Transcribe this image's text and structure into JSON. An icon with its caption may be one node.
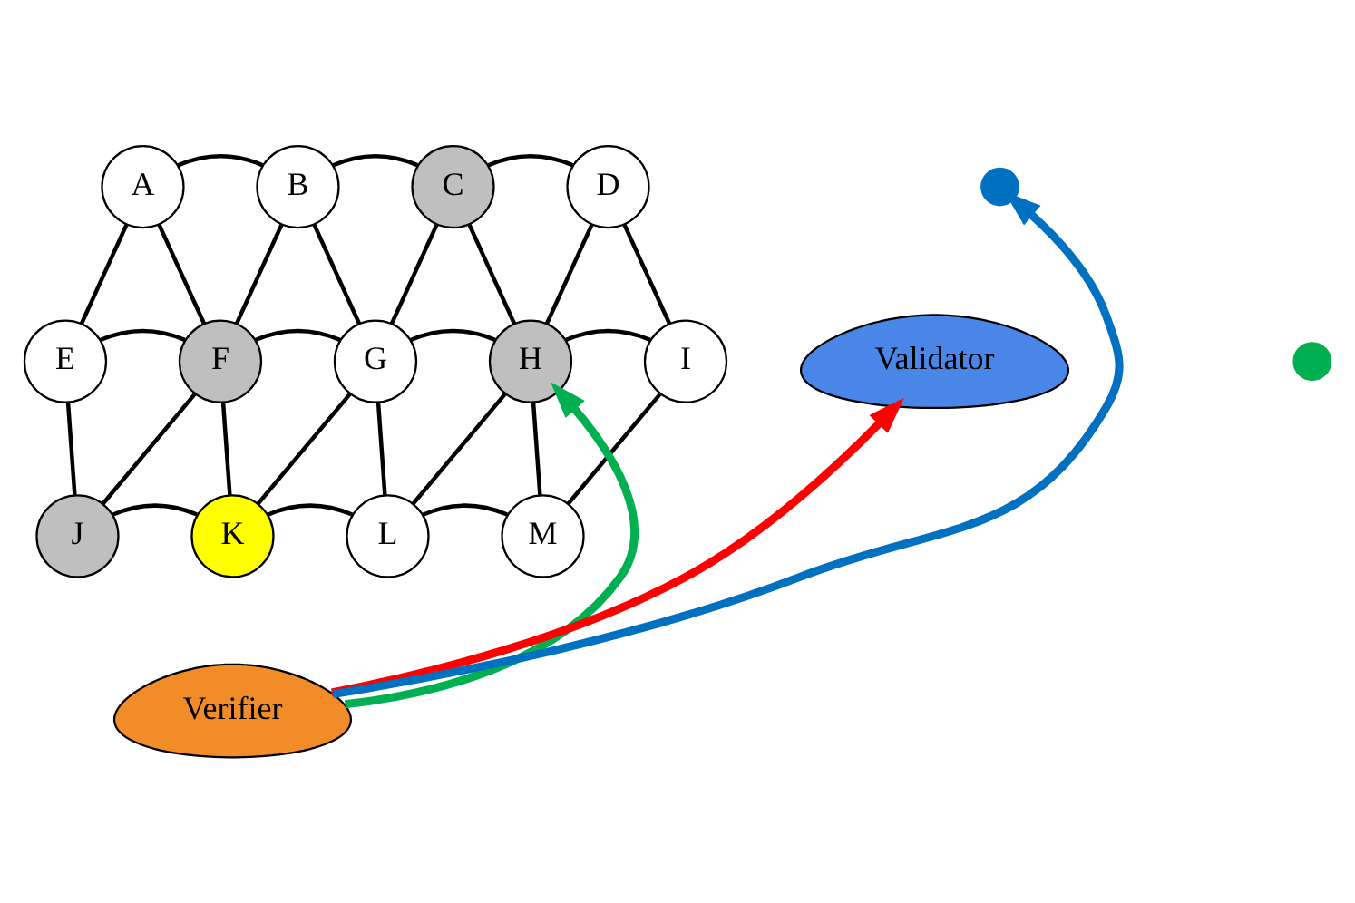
{
  "diagram": {
    "nodes": [
      {
        "text": [
          "A"
        ]
      },
      {
        "text": [
          "B"
        ]
      },
      {
        "text": [
          "C"
        ]
      },
      {
        "text": [
          "D"
        ]
      },
      {
        "text": [
          "E"
        ]
      },
      {
        "text": [
          "F"
        ]
      },
      {
        "text": [
          "G"
        ]
      },
      {
        "text": [
          "H"
        ]
      },
      {
        "text": [
          "I"
        ]
      },
      {
        "text": [
          "J"
        ]
      },
      {
        "text": [
          "K"
        ]
      },
      {
        "text": [
          "L"
        ]
      },
      {
        "text": [
          "M"
        ]
      },
      {
        "text": [
          "Validator"
        ]
      },
      {
        "text": [
          "Verifier"
        ]
      },
      {
        "text": [],
        "shape": "cross"
      },
      {
        "text": [],
        "shape": "cross"
      }
    ],
    "edges": [
      {
        "from": 0,
        "to": 1,
        "arrow": "none"
      },
      {
        "from": 1,
        "to": 2,
        "arrow": "none"
      },
      {
        "from": 2,
        "to": 3,
        "arrow": "none"
      },
      {
        "from": 4,
        "to": 5,
        "arrow": "none"
      },
      {
        "from": 5,
        "to": 6,
        "arrow": "none"
      },
      {
        "from": 6,
        "to": 7,
        "arrow": "none"
      },
      {
        "from": 7,
        "to": 8,
        "arrow": "none"
      },
      {
        "from": 9,
        "to": 10,
        "arrow": "none"
      },
      {
        "from": 10,
        "to": 11,
        "arrow": "none"
      },
      {
        "from": 11,
        "to": 12,
        "arrow": "none"
      },
      {
        "from": 0,
        "to": 4,
        "arrow": "none"
      },
      {
        "from": 0,
        "to": 5,
        "arrow": "none"
      },
      {
        "from": 1,
        "to": 5,
        "arrow": "none"
      },
      {
        "from": 1,
        "to": 6,
        "arrow": "none"
      },
      {
        "from": 2,
        "to": 6,
        "arrow": "none"
      },
      {
        "from": 2,
        "to": 7,
        "arrow": "none"
      },
      {
        "from": 3,
        "to": 7,
        "arrow": "none"
      },
      {
        "from": 3,
        "to": 8,
        "arrow": "none"
      },
      {
        "from": 4,
        "to": 9,
        "arrow": "none"
      },
      {
        "from": 5,
        "to": 9,
        "arrow": "none"
      },
      {
        "from": 5,
        "to": 10,
        "arrow": "none"
      },
      {
        "from": 6,
        "to": 10,
        "arrow": "none"
      },
      {
        "from": 6,
        "to": 11,
        "arrow": "none"
      },
      {
        "from": 7,
        "to": 11,
        "arrow": "none"
      },
      {
        "from": 7,
        "to": 12,
        "arrow": "none"
      },
      {
        "from": 8,
        "to": 12,
        "arrow": "none"
      },
      {
        "from": 14,
        "to": 13,
        "arrow": "to",
        "style": "thick",
        "color": "#ff0000"
      },
      {
        "from": 14,
        "to": 7,
        "arrow": "to",
        "style": "thick",
        "color": "#00b050"
      },
      {
        "from": 14,
        "to": 15,
        "arrow": "to",
        "style": "thick",
        "color": "#0070c0"
      }
    ]
  }
}
